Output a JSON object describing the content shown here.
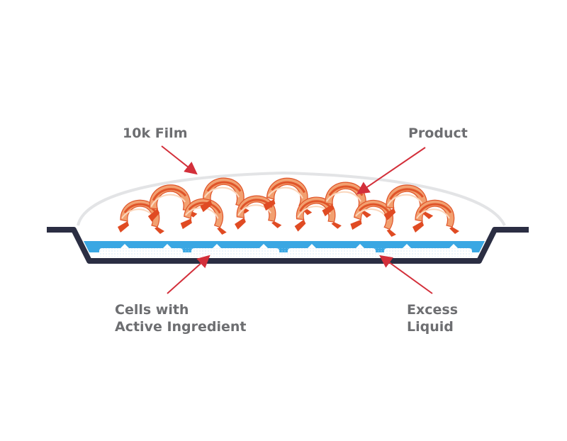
{
  "labels": {
    "film": "10k Film",
    "product": "Product",
    "cells": [
      "Cells with",
      "Active Ingredient"
    ],
    "excess": [
      "Excess",
      "Liquid"
    ]
  },
  "colors": {
    "label_text": "#6d6e71",
    "arrow": "#d32f3a",
    "tray": "#2b2e43",
    "liquid": "#3aa7e3",
    "cells": "#ffffff",
    "film": "#e3e4e6",
    "shrimp_body": "#f2a070",
    "shrimp_stripe": "#e0552a",
    "shrimp_tail": "#e04b23"
  },
  "product_icon": "shrimp-icon"
}
